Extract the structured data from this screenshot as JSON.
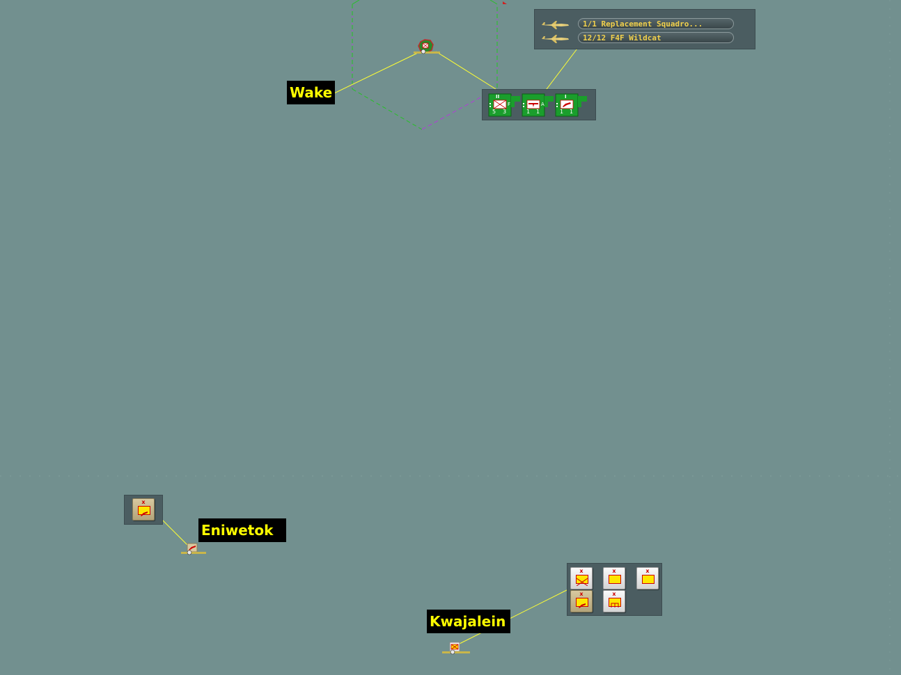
{
  "map": {
    "background_color": "#72908f",
    "locations": [
      {
        "name": "Wake"
      },
      {
        "name": "Eniwetok"
      },
      {
        "name": "Kwajalein"
      }
    ]
  },
  "air_panel": {
    "rows": [
      {
        "text": "1/1 Replacement Squadro...",
        "icon": "aircraft-icon"
      },
      {
        "text": "12/12 F4F Wildcat",
        "icon": "aircraft-icon"
      }
    ]
  },
  "wake_units": [
    {
      "type": "infantry",
      "top_mark": "II",
      "bottom_left": "5",
      "bottom_right": "3",
      "side_mark": "F"
    },
    {
      "type": "air-hq",
      "top_mark": "",
      "bottom_left": "1",
      "bottom_right": "1",
      "side_mark": "A"
    },
    {
      "type": "base-force",
      "top_mark": "I",
      "bottom_left": "1",
      "bottom_right": "1",
      "side_mark": ""
    }
  ],
  "kwajalein_units": [
    {
      "type": "infantry",
      "mark": "x",
      "style": "white"
    },
    {
      "type": "blank",
      "mark": "x",
      "style": "white"
    },
    {
      "type": "blank",
      "mark": "x",
      "style": "white"
    },
    {
      "type": "base-force",
      "mark": "x",
      "style": "tan"
    },
    {
      "type": "engineer",
      "mark": "x",
      "style": "white"
    }
  ],
  "eniwetok_units": [
    {
      "type": "base-force",
      "mark": "x",
      "style": "tan"
    }
  ],
  "colors": {
    "label_bg": "#000000",
    "label_text": "#ffff00",
    "leader_line": "#ffff33",
    "allied_green": "#1a9e2c",
    "pill_text": "#f2d14c"
  }
}
